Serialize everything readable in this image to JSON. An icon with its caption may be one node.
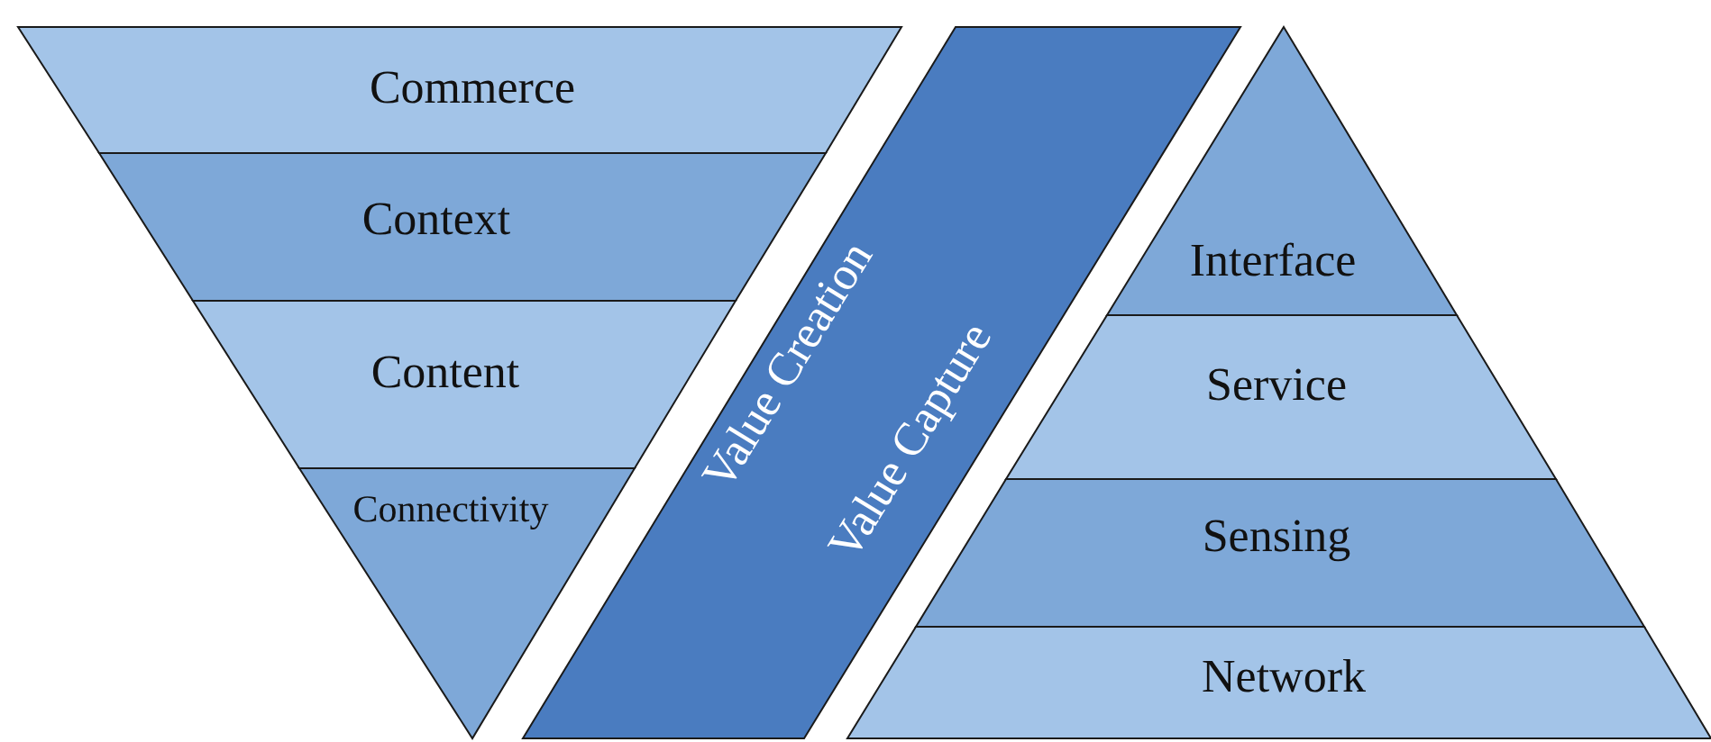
{
  "diagram": {
    "nodes": [
      {
        "text": [
          "Commerce"
        ]
      },
      {
        "text": [
          "Context"
        ]
      },
      {
        "text": [
          "Content"
        ]
      },
      {
        "text": [
          "Connectivity"
        ]
      },
      {
        "text": [
          "Value Creation",
          "Value Capture"
        ]
      },
      {
        "text": [
          "Interface"
        ]
      },
      {
        "text": [
          "Service"
        ]
      },
      {
        "text": [
          "Sensing"
        ]
      },
      {
        "text": [
          "Network"
        ]
      }
    ]
  }
}
